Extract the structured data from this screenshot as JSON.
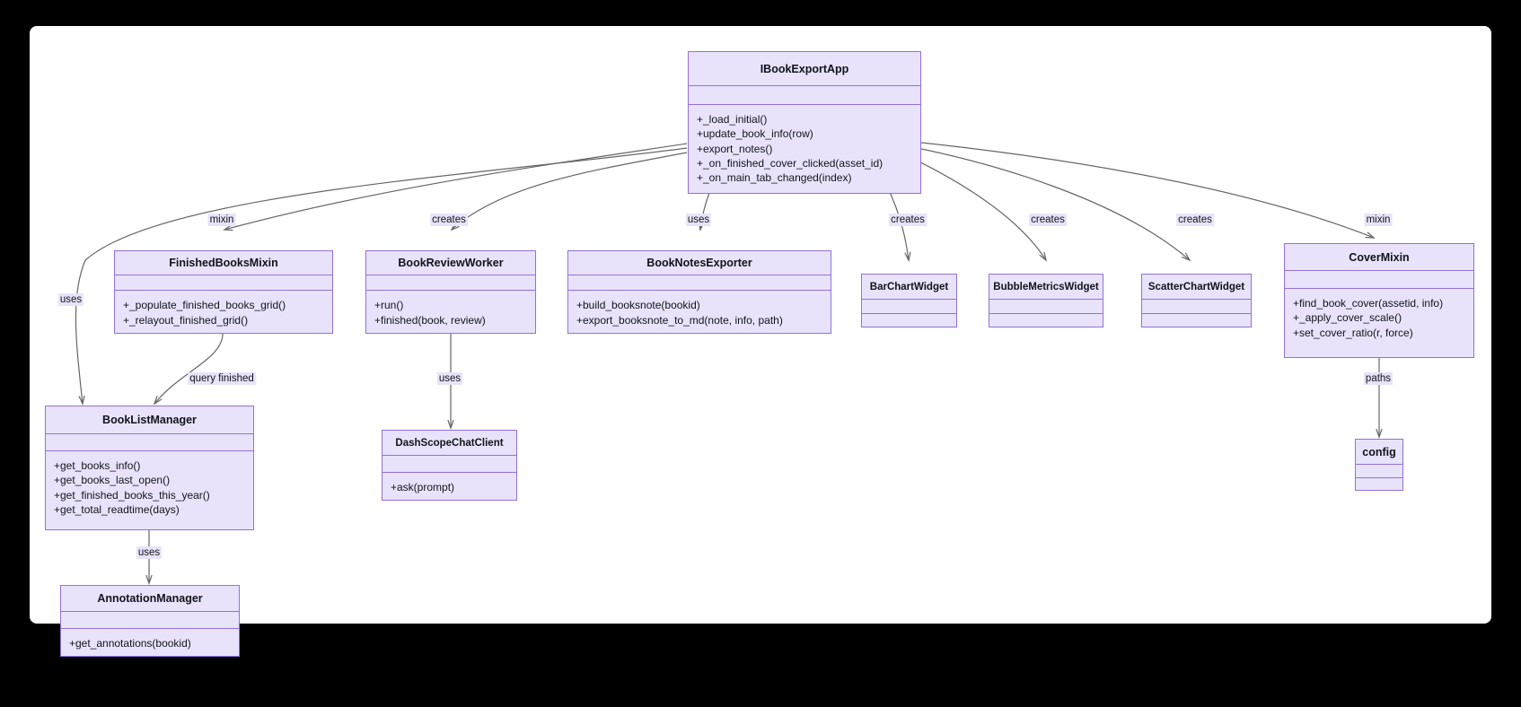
{
  "diagram": {
    "kind": "uml-class-diagram",
    "background": "#000000",
    "surface": "#ffffff",
    "node_fill": "#e8e3fa",
    "node_stroke": "#9370db",
    "edge_stroke": "#666666",
    "text_color": "#11131c"
  },
  "classes": [
    {
      "id": "ibookexportapp",
      "name": "IBookExportApp",
      "attributes": [],
      "methods": [
        "+_load_initial()",
        "+update_book_info(row)",
        "+export_notes()",
        "+_on_finished_cover_clicked(asset_id)",
        "+_on_main_tab_changed(index)"
      ]
    },
    {
      "id": "finishedbooksmixin",
      "name": "FinishedBooksMixin",
      "attributes": [],
      "methods": [
        "+_populate_finished_books_grid()",
        "+_relayout_finished_grid()"
      ]
    },
    {
      "id": "bookreviewworker",
      "name": "BookReviewWorker",
      "attributes": [],
      "methods": [
        "+run()",
        "+finished(book, review)"
      ]
    },
    {
      "id": "booknotesexporter",
      "name": "BookNotesExporter",
      "attributes": [],
      "methods": [
        "+build_booksnote(bookid)",
        "+export_booksnote_to_md(note, info, path)"
      ]
    },
    {
      "id": "barchartwidget",
      "name": "BarChartWidget",
      "attributes": [],
      "methods": []
    },
    {
      "id": "bubblemetricswidget",
      "name": "BubbleMetricsWidget",
      "attributes": [],
      "methods": []
    },
    {
      "id": "scatterchartwidget",
      "name": "ScatterChartWidget",
      "attributes": [],
      "methods": []
    },
    {
      "id": "covermixin",
      "name": "CoverMixin",
      "attributes": [],
      "methods": [
        "+find_book_cover(assetid, info)",
        "+_apply_cover_scale()",
        "+set_cover_ratio(r, force)"
      ]
    },
    {
      "id": "booklistmanager",
      "name": "BookListManager",
      "attributes": [],
      "methods": [
        "+get_books_info()",
        "+get_books_last_open()",
        "+get_finished_books_this_year()",
        "+get_total_readtime(days)"
      ]
    },
    {
      "id": "dashscopechatclient",
      "name": "DashScopeChatClient",
      "attributes": [],
      "methods": [
        "+ask(prompt)"
      ]
    },
    {
      "id": "annotationmanager",
      "name": "AnnotationManager",
      "attributes": [],
      "methods": [
        "+get_annotations(bookid)"
      ]
    },
    {
      "id": "config",
      "name": "config",
      "attributes": [],
      "methods": []
    }
  ],
  "edges": [
    {
      "id": "e1",
      "from": "ibookexportapp",
      "to": "finishedbooksmixin",
      "label": "mixin"
    },
    {
      "id": "e2",
      "from": "ibookexportapp",
      "to": "booklistmanager",
      "label": "uses"
    },
    {
      "id": "e3",
      "from": "ibookexportapp",
      "to": "bookreviewworker",
      "label": "creates"
    },
    {
      "id": "e4",
      "from": "ibookexportapp",
      "to": "booknotesexporter",
      "label": "uses"
    },
    {
      "id": "e5",
      "from": "ibookexportapp",
      "to": "barchartwidget",
      "label": "creates"
    },
    {
      "id": "e6",
      "from": "ibookexportapp",
      "to": "bubblemetricswidget",
      "label": "creates"
    },
    {
      "id": "e7",
      "from": "ibookexportapp",
      "to": "scatterchartwidget",
      "label": "creates"
    },
    {
      "id": "e8",
      "from": "ibookexportapp",
      "to": "covermixin",
      "label": "mixin"
    },
    {
      "id": "e9",
      "from": "finishedbooksmixin",
      "to": "booklistmanager",
      "label": "query finished"
    },
    {
      "id": "e10",
      "from": "bookreviewworker",
      "to": "dashscopechatclient",
      "label": "uses"
    },
    {
      "id": "e11",
      "from": "booklistmanager",
      "to": "annotationmanager",
      "label": "uses"
    },
    {
      "id": "e12",
      "from": "covermixin",
      "to": "config",
      "label": "paths"
    }
  ]
}
